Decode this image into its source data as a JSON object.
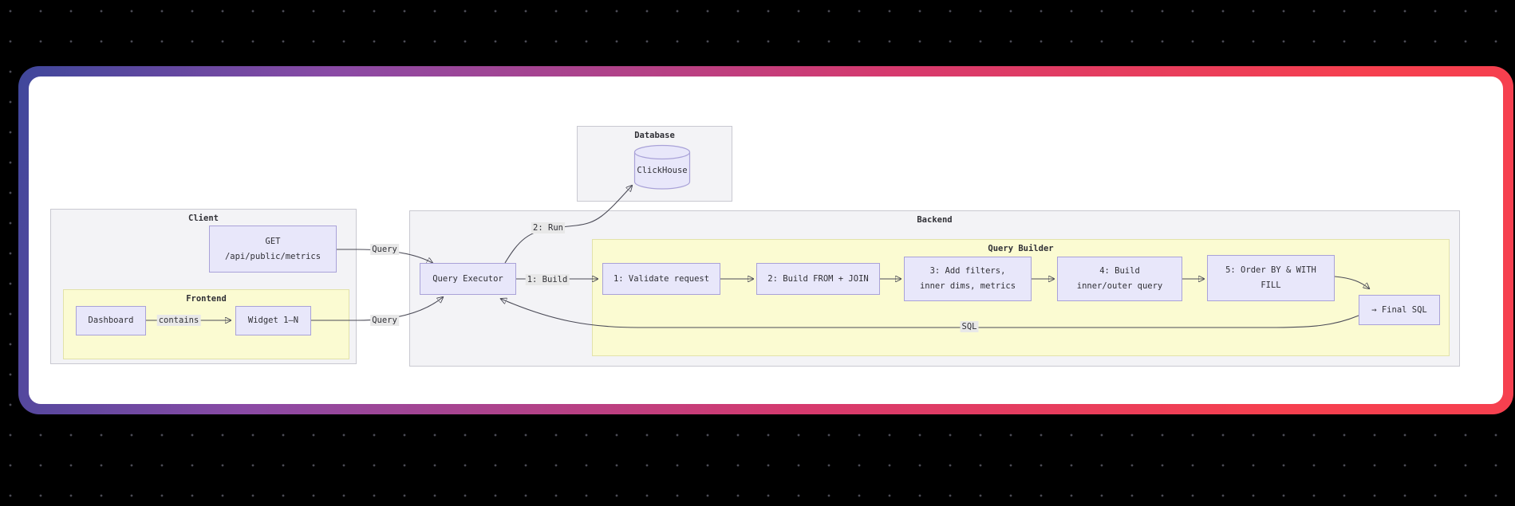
{
  "diagram": {
    "containers": {
      "database": {
        "title": "Database"
      },
      "client": {
        "title": "Client"
      },
      "backend": {
        "title": "Backend"
      },
      "frontend": {
        "title": "Frontend"
      },
      "query_builder": {
        "title": "Query Builder"
      }
    },
    "nodes": {
      "clickhouse": {
        "label": "ClickHouse"
      },
      "get_endpoint": {
        "line1": "GET",
        "line2": "/api/public/metrics"
      },
      "dashboard": {
        "label": "Dashboard"
      },
      "widget": {
        "label": "Widget 1–N"
      },
      "query_executor": {
        "label": "Query Executor"
      },
      "validate": {
        "label": "1: Validate request"
      },
      "build_from_join": {
        "label": "2: Build FROM + JOIN"
      },
      "add_filters": {
        "line1": "3: Add filters,",
        "line2": "inner dims, metrics"
      },
      "build_inner_outer": {
        "line1": "4: Build",
        "line2": "inner/outer query"
      },
      "order_by_fill": {
        "line1": "5: Order BY & WITH",
        "line2": "FILL"
      },
      "final_sql": {
        "label": "→ Final SQL"
      }
    },
    "edge_labels": {
      "query_top": "Query",
      "query_bottom": "Query",
      "contains": "contains",
      "run": "2: Run",
      "build": "1: Build",
      "sql": "SQL"
    }
  },
  "colors": {
    "bg": "#000000",
    "dot": "#4b4b55",
    "g1": "#3f479b",
    "g2": "#8a4aa5",
    "g3": "#d63a6e",
    "g4": "#f6404f",
    "card_bg": "#ffffff",
    "cluster_fill": "#f3f3f6",
    "cluster_border": "#c9c9d1",
    "subgraph_fill": "#fbfbd2",
    "subgraph_border": "#e2e2aa",
    "node_fill": "#e8e7fa",
    "node_border": "#a9a2d8",
    "edge": "#4b4b57",
    "label_bg": "#e8e8e8",
    "text": "#303036"
  }
}
